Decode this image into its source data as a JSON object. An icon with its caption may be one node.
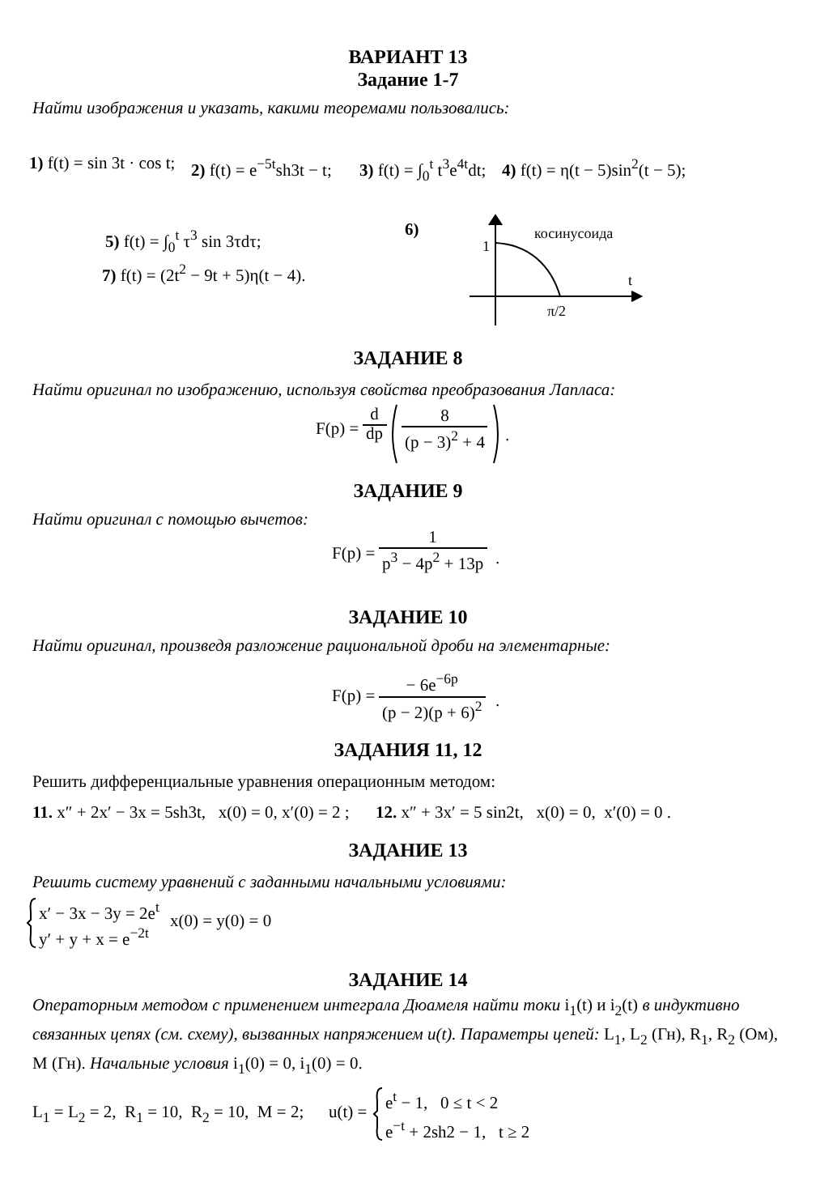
{
  "diagram": {
    "title": "ВАРИАНТ 13",
    "labels": [
      "Задание 1-7",
      "Найти изображения и указать, какими теоремами пользовались:",
      "**1)** f(t) = sin 3t · cos t;",
      "**2)** f(t) = e$^{−5t}$sh3t − t;",
      "**3)** f(t) = ∫$_{0}$$^{t}$ t$^{3}$e$^{4t}$dt;",
      "**4)** f(t) = η(t − 5)sin$^{2}$(t − 5);",
      "**5)** f(t) = ∫$_{0}$$^{t}$ τ$^{3}$ sin 3τdτ;",
      "**6)**",
      "косинусоида",
      "1",
      "t",
      "π/2",
      "**7)** f(t) = (2t$^{2}$ − 9t + 5)η(t − 4).",
      "ЗАДАНИЕ 8",
      "Найти оригинал по изображению, используя свойства преобразования Лапласа:",
      "F(p) =",
      "d",
      "dp",
      "8",
      "(p − 3)$^{2}$ + 4",
      ".",
      "ЗАДАНИЕ 9",
      "Найти оригинал с помощью вычетов:",
      "F(p) =",
      "1",
      "p$^{3}$ − 4p$^{2}$ + 13p",
      ".",
      "ЗАДАНИЕ 10",
      "Найти оригинал, произведя разложение рациональной дроби на элементарные:",
      "F(p) =",
      "− 6e$^{−6p}$",
      "(p − 2)(p + 6)$^{2}$",
      ".",
      "ЗАДАНИЯ 11, 12",
      "Решить дифференциальные уравнения операционным методом:",
      "**11.** x″ + 2x′ − 3x = 5sh3t,   x(0) = 0, x′(0) = 2 ;",
      "**12.** x″ + 3x′ = 5 sin2t,   x(0) = 0,  x′(0) = 0 .",
      "ЗАДАНИЕ 13",
      "Решить систему уравнений с заданными начальными условиями:",
      "x′ − 3x − 3y = 2e$^{t}$",
      "y′ + y + x = e$^{−2t}$",
      "x(0) = y(0) = 0",
      "ЗАДАНИЕ 14",
      "*Операторным методом с применением интеграла Дюамеля найти токи* i$_{1}$(t) и i$_{2}$(t) *в индуктивно связанных цепях (см. схему), вызванных напряжением u(t). Параметры цепей:* L$_{1}$, L$_{2}$ (Гн), R$_{1}$, R$_{2}$ (Ом), M (Гн). *Начальные условия* i$_{1}$(0) = 0, i$_{1}$(0) = 0.",
      "L$_{1}$ = L$_{2}$ = 2,  R$_{1}$ = 10,  R$_{2}$ = 10,  M = 2;",
      "u(t) =",
      "e$^{t}$ − 1,   0 ≤ t < 2",
      "e$^{−t}$ + 2sh2 − 1,   t ≥ 2"
    ]
  }
}
